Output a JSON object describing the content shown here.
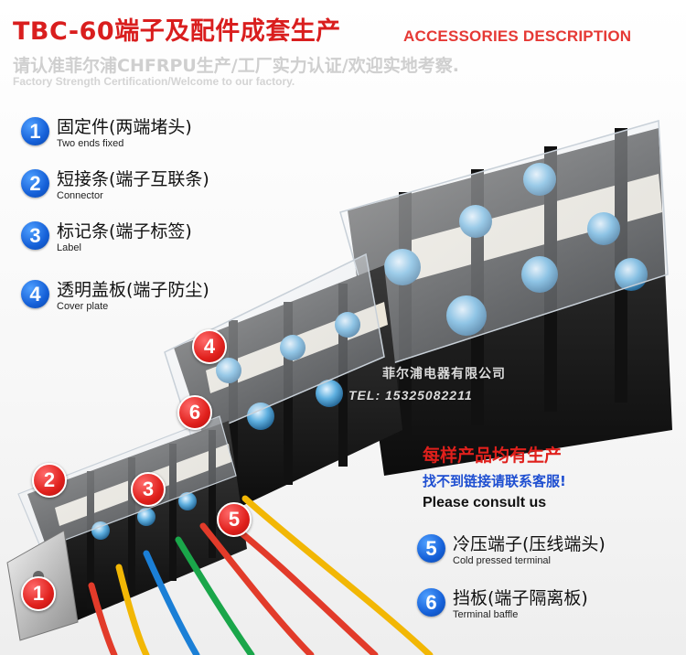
{
  "header": {
    "title": "TBC-60端子及配件成套生产",
    "accent": "ACCESSORIES DESCRIPTION",
    "subtitle_cn": "请认准菲尔浦CHFRPU生产/工厂实力认证/欢迎实地考察.",
    "subtitle_en": "Factory Strength Certification/Welcome to our factory."
  },
  "legend": [
    {
      "number": "1",
      "cn": "固定件(两端堵头)",
      "en": "Two ends fixed"
    },
    {
      "number": "2",
      "cn": "短接条(端子互联条)",
      "en": "Connector"
    },
    {
      "number": "3",
      "cn": "标记条(端子标签)",
      "en": "Label"
    },
    {
      "number": "4",
      "cn": "透明盖板(端子防尘)",
      "en": "Cover plate"
    },
    {
      "number": "5",
      "cn": "冷压端子(压线端头)",
      "en": "Cold pressed terminal"
    },
    {
      "number": "6",
      "cn": "挡板(端子隔离板)",
      "en": "Terminal baffle"
    }
  ],
  "callouts": [
    "1",
    "2",
    "3",
    "4",
    "5",
    "6"
  ],
  "watermark": {
    "company": "菲尔浦电器有限公司",
    "tel": "TEL: 15325082211"
  },
  "promo": {
    "line1": "每样产品均有生产",
    "line2": "找不到链接请联系客服!",
    "line3": "Please consult us"
  },
  "colors": {
    "title_red": "#d91e1e",
    "badge_blue": "#1560d8",
    "badge_red": "#e0201c",
    "wire_colors": [
      "#e23b2a",
      "#f2b705",
      "#1b7fd6",
      "#1aa64a",
      "#e23b2a",
      "#e23b2a",
      "#f2b705"
    ]
  }
}
